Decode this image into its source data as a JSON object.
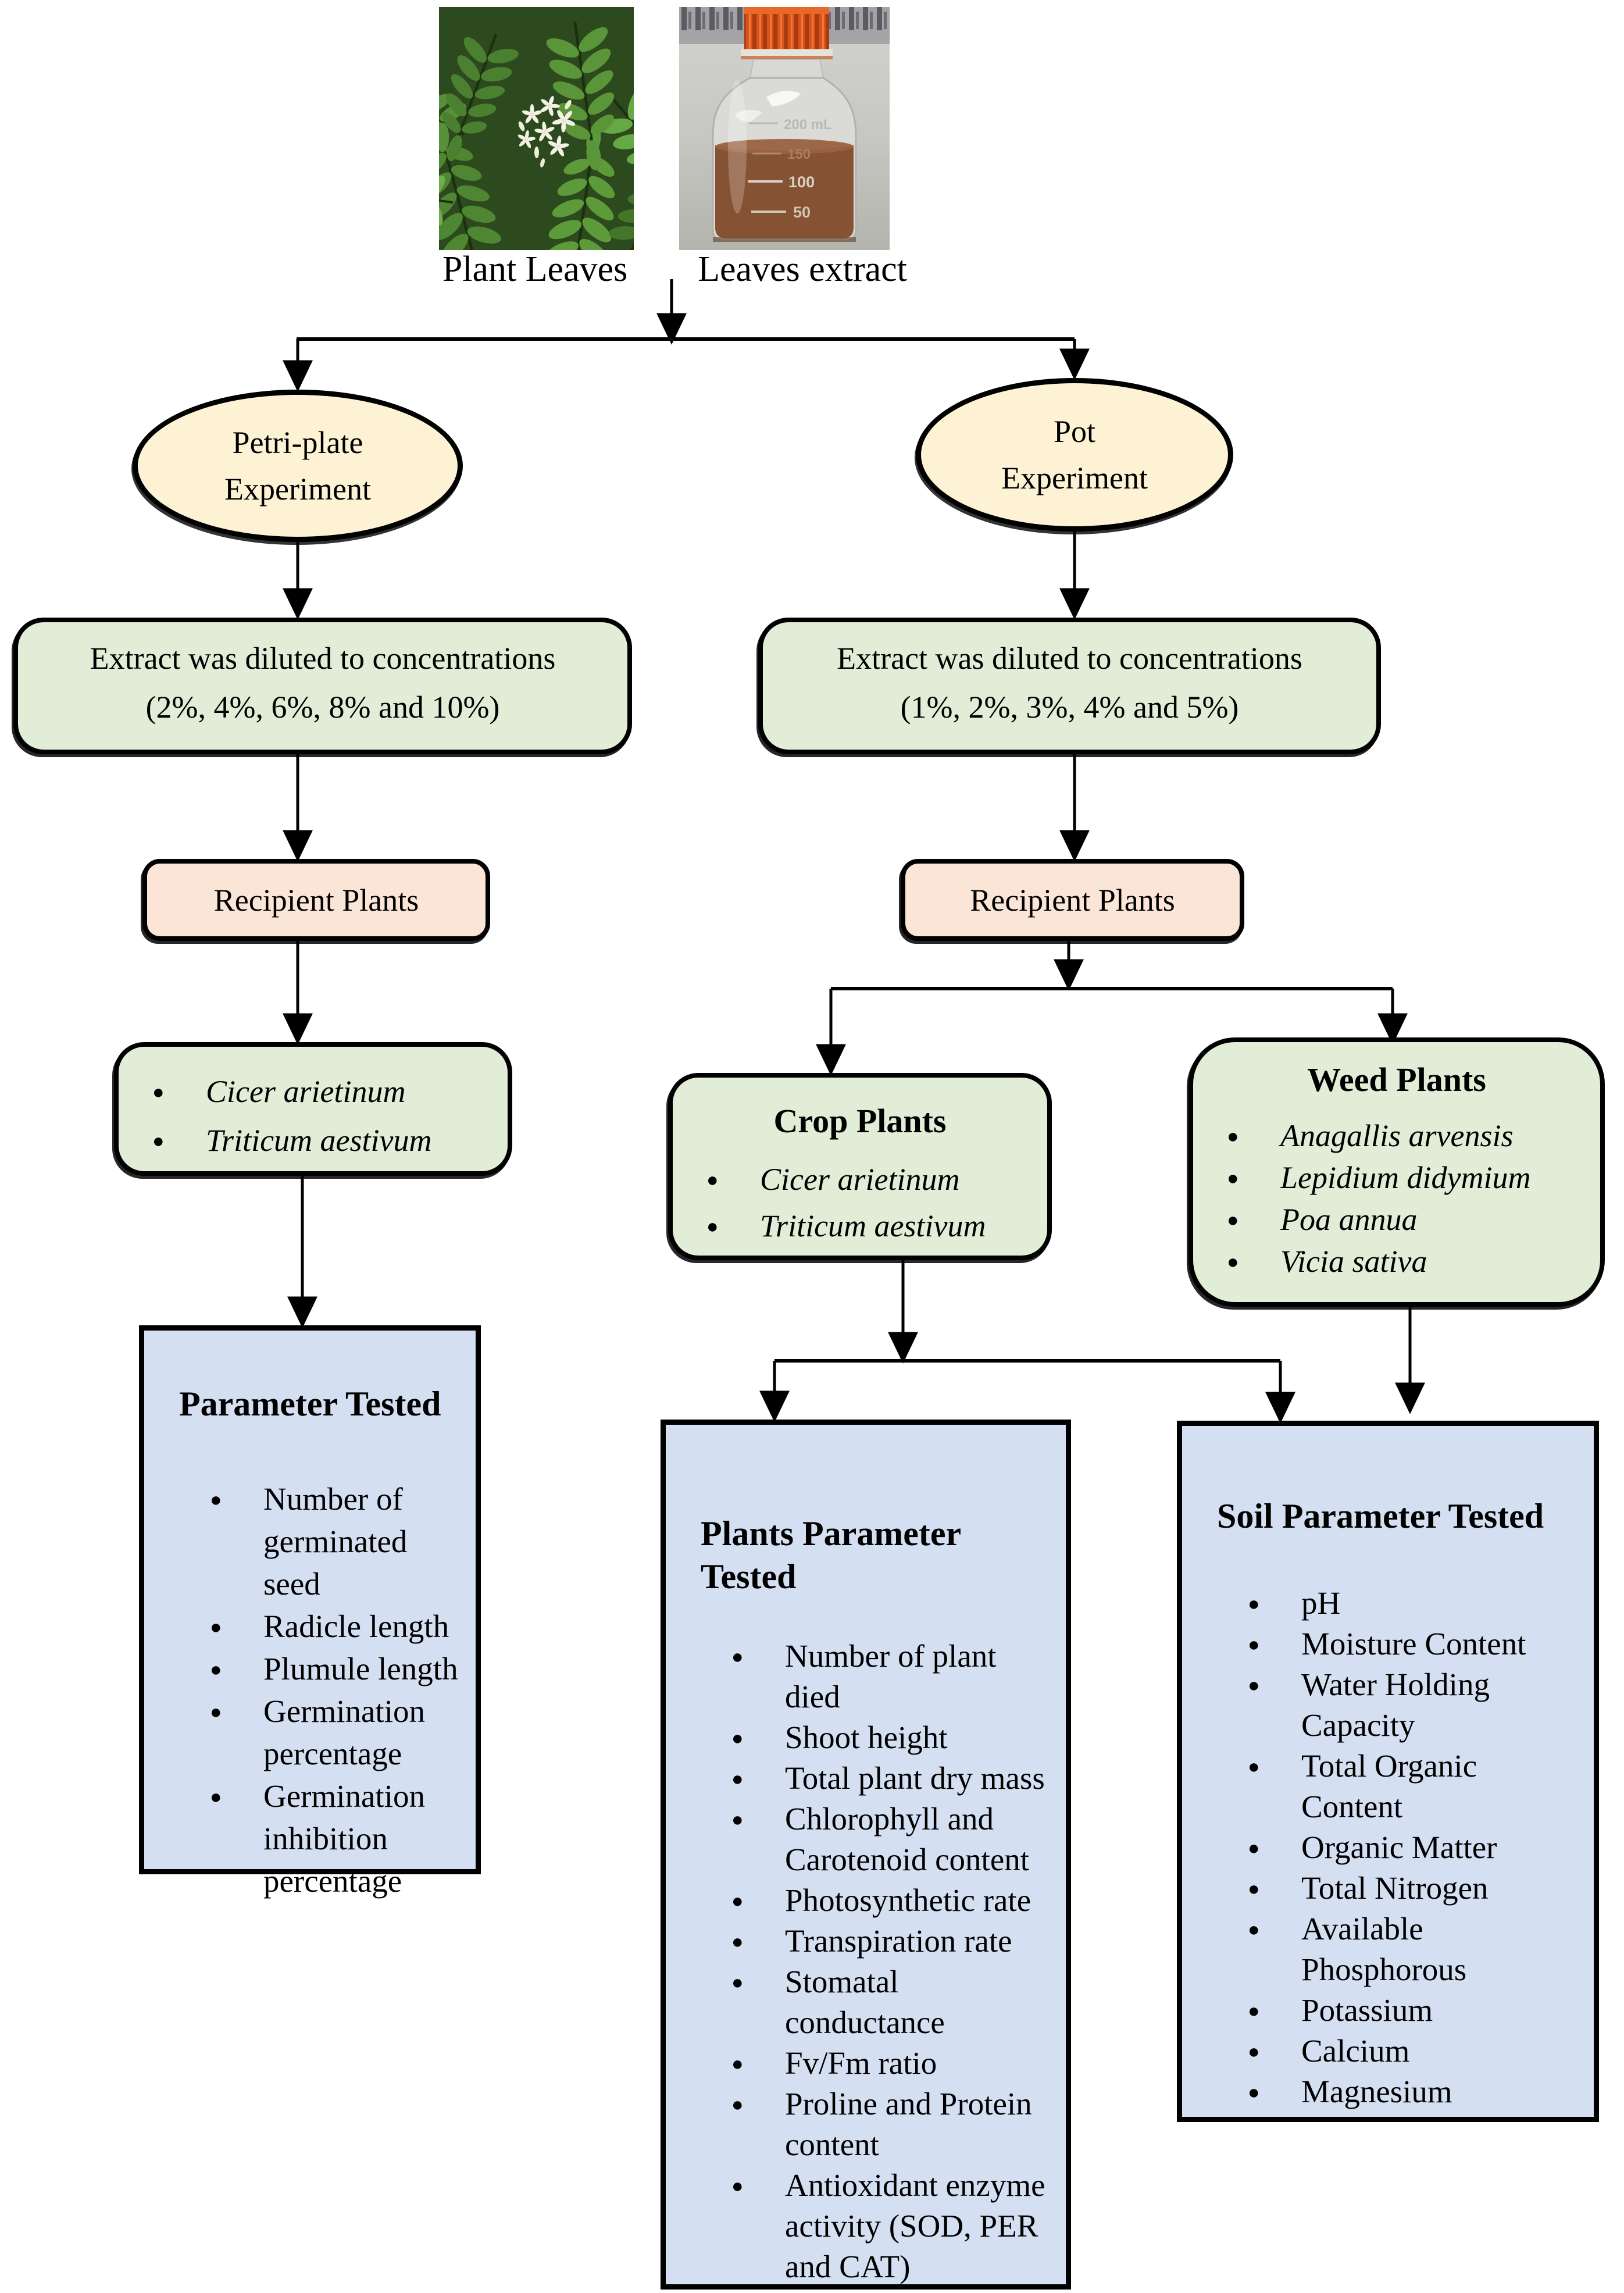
{
  "photos": {
    "left_caption": "Plant Leaves",
    "right_caption": "Leaves extract",
    "bottle_graduations": [
      "200 mL",
      "150",
      "100",
      "50"
    ]
  },
  "flow": {
    "petri": {
      "line1": "Petri-plate",
      "line2": "Experiment"
    },
    "pot": {
      "line1": "Pot",
      "line2": "Experiment"
    },
    "dilution_left": {
      "line1": "Extract was diluted to concentrations",
      "line2": "(2%, 4%, 6%, 8% and 10%)"
    },
    "dilution_right": {
      "line1": "Extract was diluted to concentrations",
      "line2": "(1%, 2%, 3%, 4% and 5%)"
    },
    "recipient_left": "Recipient Plants",
    "recipient_right": "Recipient Plants",
    "species_left": {
      "items": [
        "Cicer arietinum",
        "Triticum aestivum"
      ]
    },
    "crop": {
      "title": "Crop Plants",
      "items": [
        "Cicer arietinum",
        "Triticum aestivum"
      ]
    },
    "weed": {
      "title": "Weed Plants",
      "items": [
        "Anagallis arvensis",
        "Lepidium didymium",
        "Poa annua",
        "Vicia sativa"
      ]
    },
    "param_left": {
      "title": "Parameter Tested",
      "items": [
        "Number of germinated seed",
        "Radicle length",
        "Plumule length",
        "Germination percentage",
        "Germination inhibition percentage"
      ]
    },
    "param_plants": {
      "title": "Plants Parameter Tested",
      "items": [
        "Number of plant died",
        "Shoot height",
        "Total plant dry mass",
        "Chlorophyll and Carotenoid content",
        "Photosynthetic rate",
        "Transpiration rate",
        "Stomatal conductance",
        "Fv/Fm ratio",
        "Proline and Protein content",
        "Antioxidant enzyme activity (SOD, PER and CAT)"
      ]
    },
    "param_soil": {
      "title": "Soil Parameter Tested",
      "items": [
        "pH",
        "Moisture Content",
        "Water Holding Capacity",
        "Total Organic Content",
        "Organic Matter",
        "Total Nitrogen",
        "Available Phosphorous",
        "Potassium",
        "Calcium",
        "Magnesium"
      ]
    }
  },
  "colors": {
    "ellipse_fill": "#fdf3d4",
    "green_fill": "#e1edd7",
    "pink_fill": "#fbe5d7",
    "blue_fill": "#d5dff2",
    "line": "#000000",
    "cap_orange": "#d9531e",
    "liquid_brown": "#855233",
    "leaf_green": "#4f8631",
    "photo_bg": "#2c4a1d",
    "bottle_bg": "#c9c9c5"
  }
}
